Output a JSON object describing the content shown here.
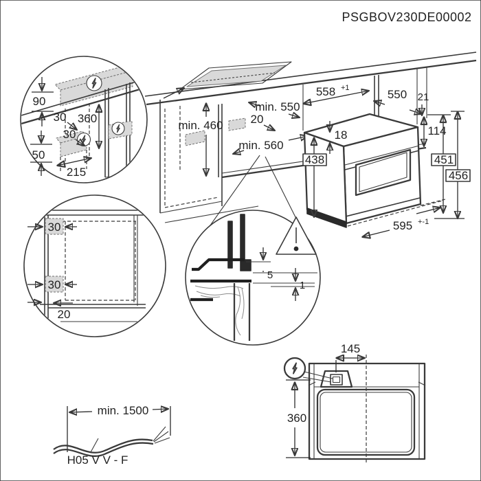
{
  "title_code": "PSGBOV230DE00002",
  "colors": {
    "line": "#3a3a3a",
    "panel_fill": "#d9d9d9",
    "background": "#ffffff"
  },
  "icons": {
    "power": "lightning-bolt",
    "warning": "exclamation-triangle"
  },
  "socket_detail": {
    "d90": "90",
    "d30_top": "30",
    "d360": "360",
    "d30_bottom": "30",
    "d50": "50",
    "d215": "215"
  },
  "cabinet": {
    "min_height": "min. 460",
    "min_depth_top": "min. 550",
    "back_gap": "20",
    "min_depth_bottom": "min. 560"
  },
  "oven": {
    "niche_width": "558",
    "niche_width_tol": "+1",
    "depth": "550",
    "top_gap": "21",
    "top_band": "18",
    "front_height": "114",
    "height": "438",
    "d451": "451",
    "d456": "456",
    "width": "595",
    "width_tol": "+-1"
  },
  "front_view": {
    "side_top": "30",
    "side_bottom": "30",
    "front_gap": "20"
  },
  "gap_detail": {
    "gap_front": "5",
    "gap_bottom": "1"
  },
  "top_view": {
    "cable_offset": "145",
    "depth": "360"
  },
  "cable": {
    "min_length": "min. 1500",
    "cable_type": "H05 V V - F"
  }
}
